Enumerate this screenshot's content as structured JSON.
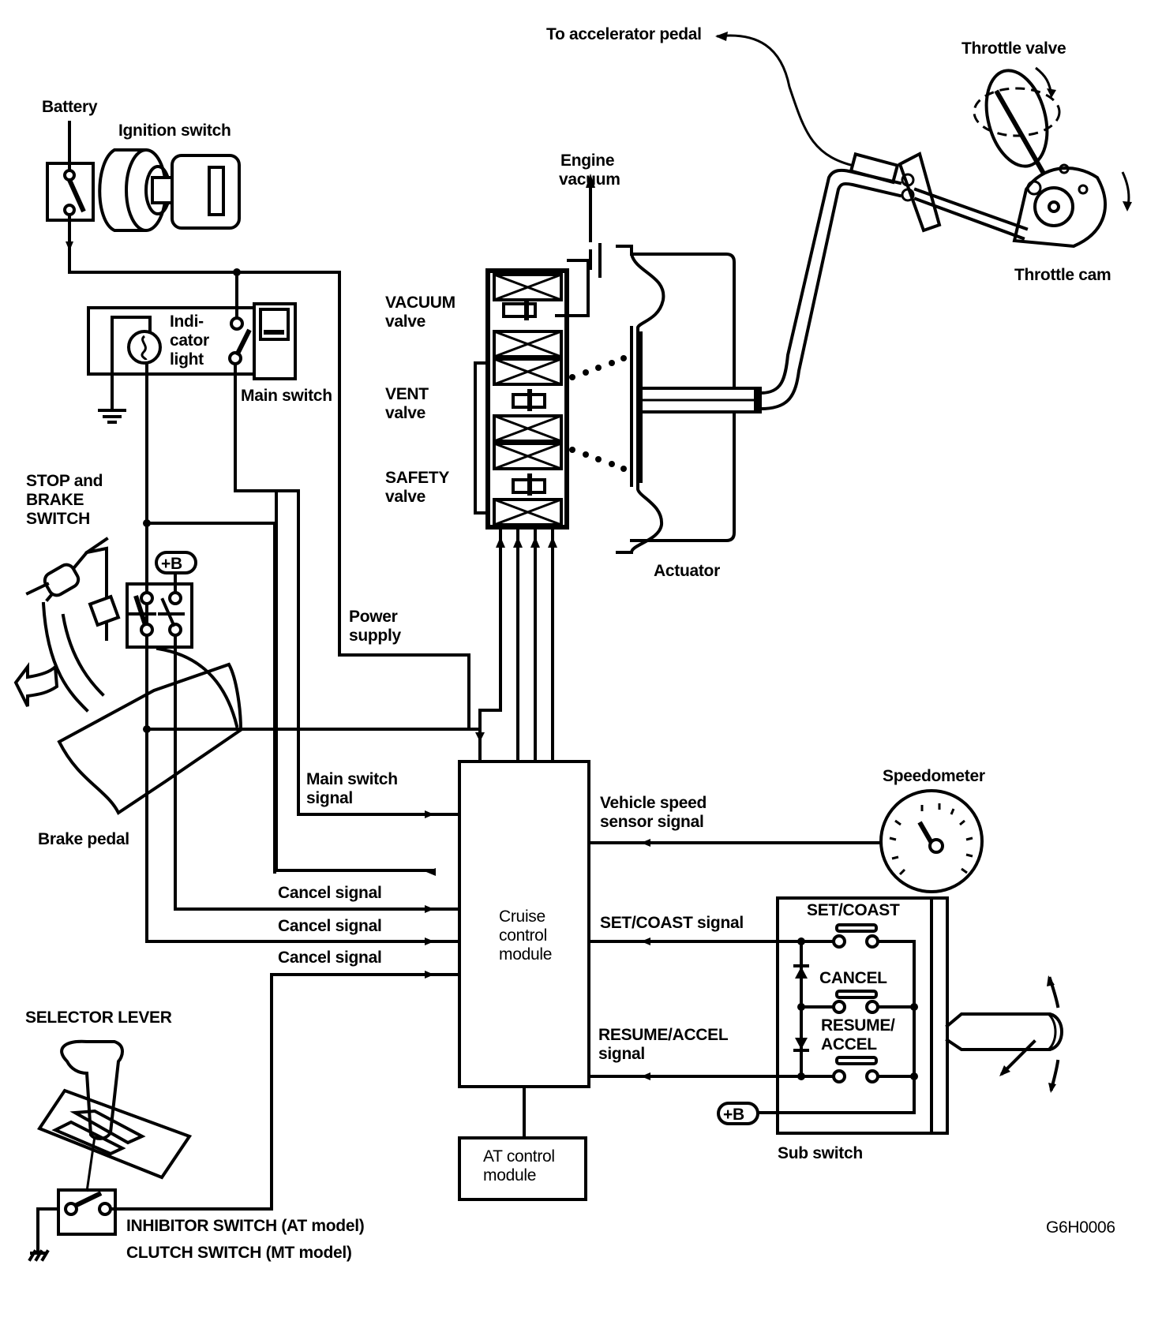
{
  "figure_id": "G6H0006",
  "labels": {
    "to_accelerator_pedal": "To accelerator pedal",
    "throttle_valve": "Throttle valve",
    "throttle_cam": "Throttle cam",
    "battery": "Battery",
    "ignition_switch": "Ignition switch",
    "engine_vacuum": [
      "Engine",
      "vacuum"
    ],
    "vacuum_valve": [
      "VACUUM",
      "valve"
    ],
    "vent_valve": [
      "VENT",
      "valve"
    ],
    "safety_valve": [
      "SAFETY",
      "valve"
    ],
    "indicator_light": [
      "Indi-",
      "cator",
      "light"
    ],
    "main_switch": "Main switch",
    "actuator": "Actuator",
    "stop_brake_switch": [
      "STOP and",
      "BRAKE",
      "SWITCH"
    ],
    "plus_b": "+B",
    "power_supply": [
      "Power",
      "supply"
    ],
    "main_switch_signal": [
      "Main switch",
      "signal"
    ],
    "brake_pedal": "Brake pedal",
    "cancel_signal_1": "Cancel signal",
    "cancel_signal_2": "Cancel signal",
    "cancel_signal_3": "Cancel signal",
    "cruise_control_module": [
      "Cruise",
      "control",
      "module"
    ],
    "vehicle_speed_sensor_signal": [
      "Vehicle speed",
      "sensor signal"
    ],
    "speedometer": "Speedometer",
    "set_coast_signal": "SET/COAST signal",
    "resume_accel_signal": [
      "RESUME/ACCEL",
      "signal"
    ],
    "set_coast": "SET/COAST",
    "cancel": "CANCEL",
    "resume_accel": [
      "RESUME/",
      "ACCEL"
    ],
    "sub_switch": "Sub switch",
    "selector_lever": "SELECTOR LEVER",
    "at_control_module": [
      "AT control",
      "module"
    ],
    "inhibitor_switch": "INHIBITOR SWITCH (AT model)",
    "clutch_switch": "CLUTCH SWITCH (MT model)"
  }
}
